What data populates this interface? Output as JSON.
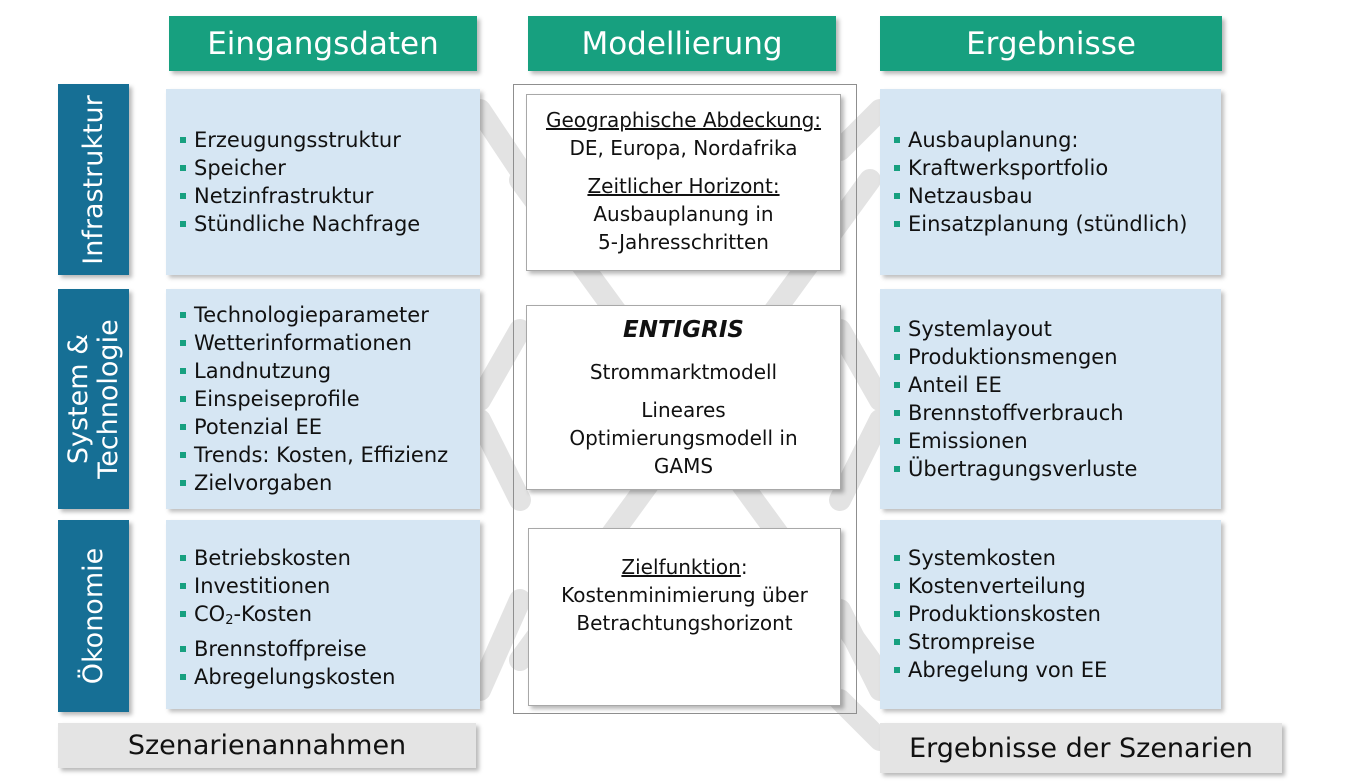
{
  "headers": {
    "inputs": "Eingangsdaten",
    "modeling": "Modellierung",
    "results": "Ergebnisse"
  },
  "rows": [
    {
      "label_lines": [
        "Infrastruktur"
      ],
      "inputs": [
        "Erzeugungsstruktur",
        "Speicher",
        "Netzinfrastruktur",
        "Stündliche Nachfrage"
      ],
      "results": [
        "Ausbauplanung:",
        "Kraftwerksportfolio",
        "Netzausbau",
        "Einsatzplanung (stündlich)"
      ]
    },
    {
      "label_lines": [
        "System &",
        "Technologie"
      ],
      "inputs": [
        "Technologieparameter",
        "Wetterinformationen",
        "Landnutzung",
        "Einspeiseprofile",
        "Potenzial EE",
        "Trends: Kosten, Effizienz",
        "Zielvorgaben"
      ],
      "results": [
        "Systemlayout",
        "Produktionsmengen",
        "Anteil EE",
        "Brennstoffverbrauch",
        "Emissionen",
        "Übertragungsverluste"
      ]
    },
    {
      "label_lines": [
        "Ökonomie"
      ],
      "inputs": [
        "Betriebskosten",
        "Investitionen",
        "CO2-Kosten",
        "Brennstoffpreise",
        "Abregelungskosten"
      ],
      "results": [
        "Systemkosten",
        "Kostenverteilung",
        "Produktionskosten",
        "Strompreise",
        "Abregelung von EE"
      ]
    }
  ],
  "co2": {
    "pre": "CO",
    "sub": "2",
    "post": "-Kosten"
  },
  "model": {
    "geo_title": "Geographische Abdeckung:",
    "geo_text": "DE, Europa, Nordafrika",
    "time_title": "Zeitlicher Horizont:",
    "time_line1": "Ausbauplanung in",
    "time_line2": "5-Jahresschritten",
    "name": "ENTIGRIS",
    "market": "Strommarktmodell",
    "lp_line1": "Lineares",
    "lp_line2": "Optimierungsmodell in",
    "lp_line3": "GAMS",
    "obj_title": "Zielfunktion",
    "obj_colon": ":",
    "obj_line1": "Kostenminimierung über",
    "obj_line2": "Betrachtungshorizont"
  },
  "footers": {
    "left": "Szenarienannahmen",
    "right": "Ergebnisse der Szenarien"
  },
  "colors": {
    "header_green": "#17a07f",
    "side_blue": "#166f95",
    "box_blue": "#d6e6f3",
    "footer_gray": "#e4e4e4"
  }
}
